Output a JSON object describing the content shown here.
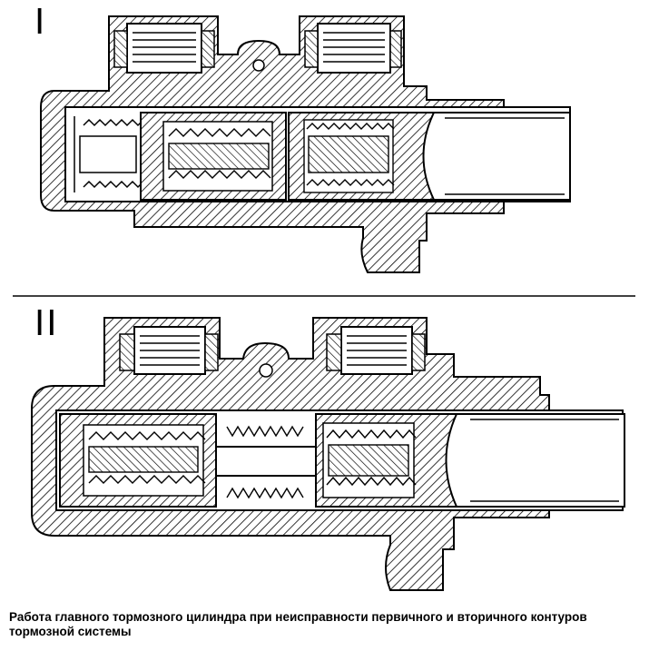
{
  "figure": {
    "panel_top_label": "I",
    "panel_bottom_label": "II",
    "caption": "Работа главного тормозного цилиндра при неисправности первичного и вторичного контуров тормозной системы"
  },
  "colors": {
    "ink": "#000000",
    "paper": "#ffffff"
  }
}
